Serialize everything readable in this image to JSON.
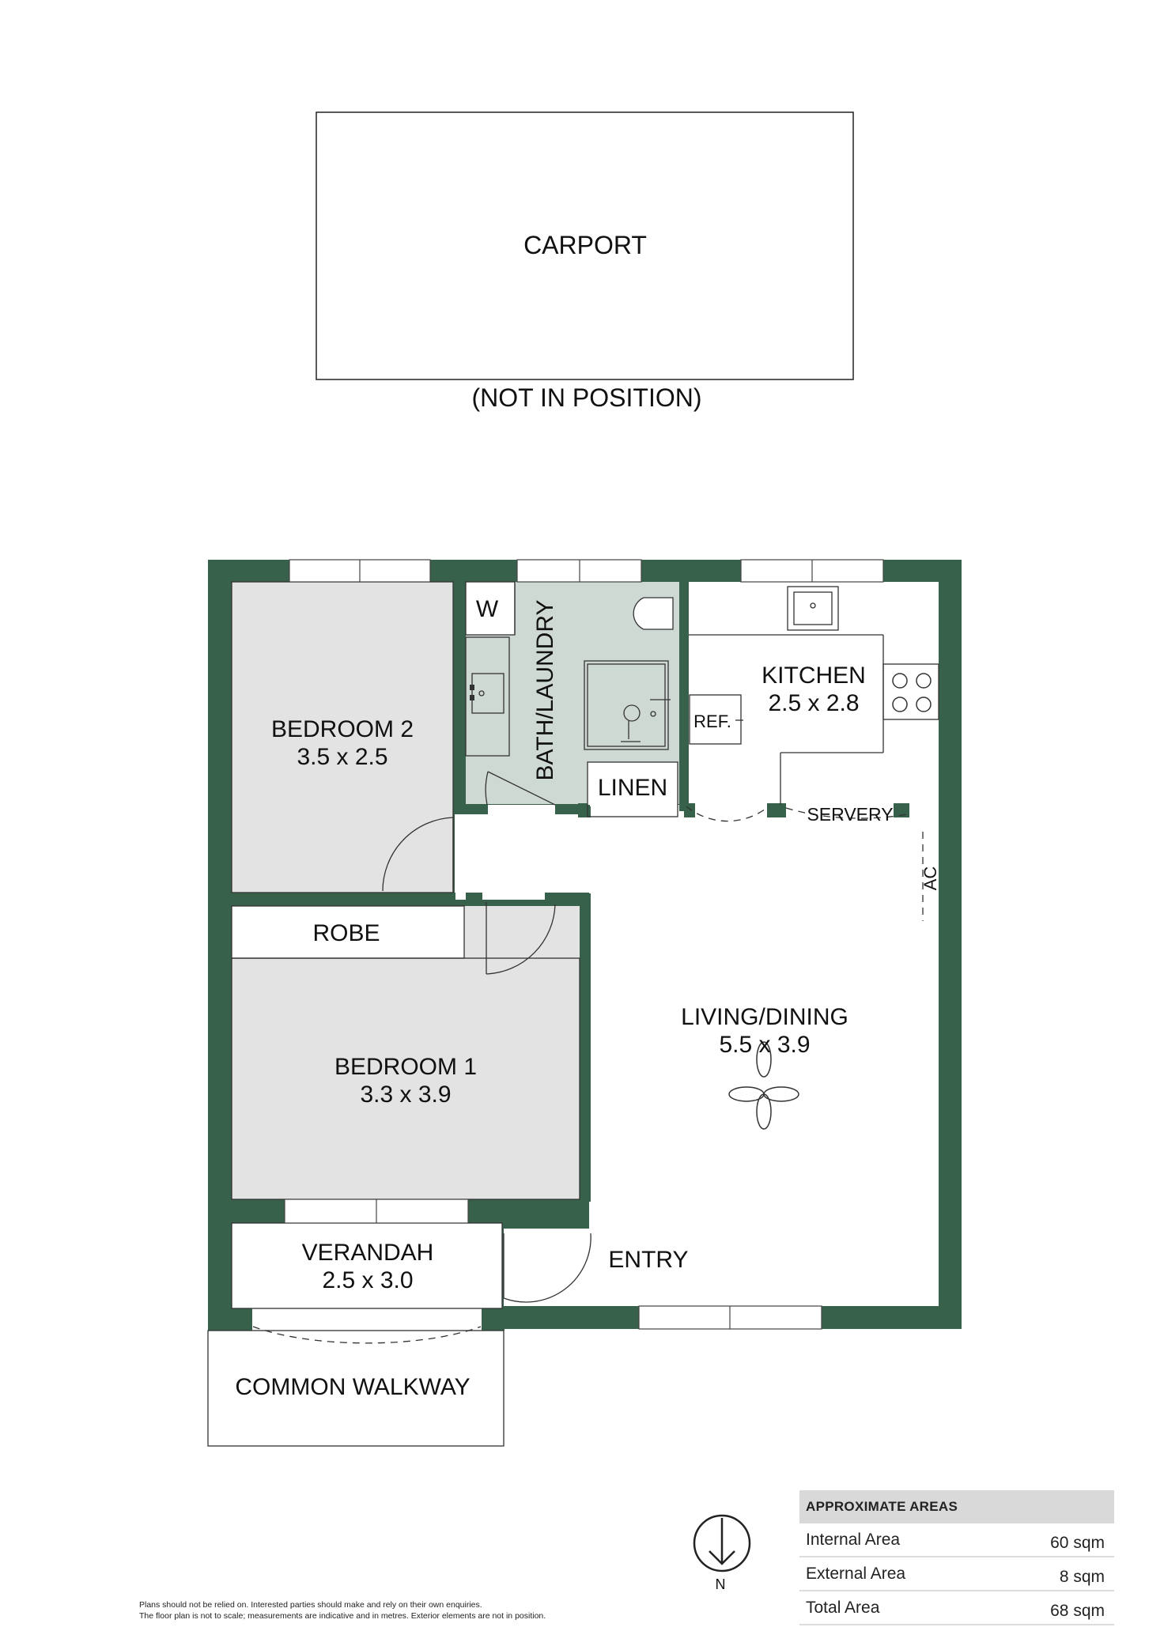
{
  "carport": {
    "label": "CARPORT",
    "note": "(NOT IN POSITION)"
  },
  "rooms": {
    "bedroom2": {
      "name": "BEDROOM 2",
      "dims": "3.5 x 2.5"
    },
    "bedroom1": {
      "name": "BEDROOM 1",
      "dims": "3.3 x 3.9"
    },
    "kitchen": {
      "name": "KITCHEN",
      "dims": "2.5 x 2.8"
    },
    "living": {
      "name": "LIVING/DINING",
      "dims": "5.5 x 3.9"
    },
    "verandah": {
      "name": "VERANDAH",
      "dims": "2.5 x 3.0"
    },
    "bath": {
      "name": "BATH/LAUNDRY"
    },
    "w": {
      "name": "W"
    },
    "linen": {
      "name": "LINEN"
    },
    "robe": {
      "name": "ROBE"
    },
    "servery": {
      "name": "SERVERY"
    },
    "ref": {
      "name": "REF."
    },
    "ac": {
      "name": "AC"
    },
    "entry": {
      "name": "ENTRY"
    },
    "walkway": {
      "name": "COMMON WALKWAY"
    }
  },
  "compass": {
    "label": "N"
  },
  "areas": {
    "heading": "APPROXIMATE AREAS",
    "rows": [
      {
        "label": "Internal Area",
        "value": "60 sqm"
      },
      {
        "label": "External Area",
        "value": "8 sqm"
      },
      {
        "label": "Total Area",
        "value": "68 sqm"
      }
    ]
  },
  "disclaimer": [
    "Plans should not be relied on. Interested parties should make and rely on their own enquiries.",
    "The floor plan is not to scale; measurements are indicative and in metres. Exterior elements are not in position."
  ],
  "colors": {
    "wall": "#38614c",
    "room_grey": "#e3e3e3",
    "bath_tint": "#cfd9d3"
  }
}
